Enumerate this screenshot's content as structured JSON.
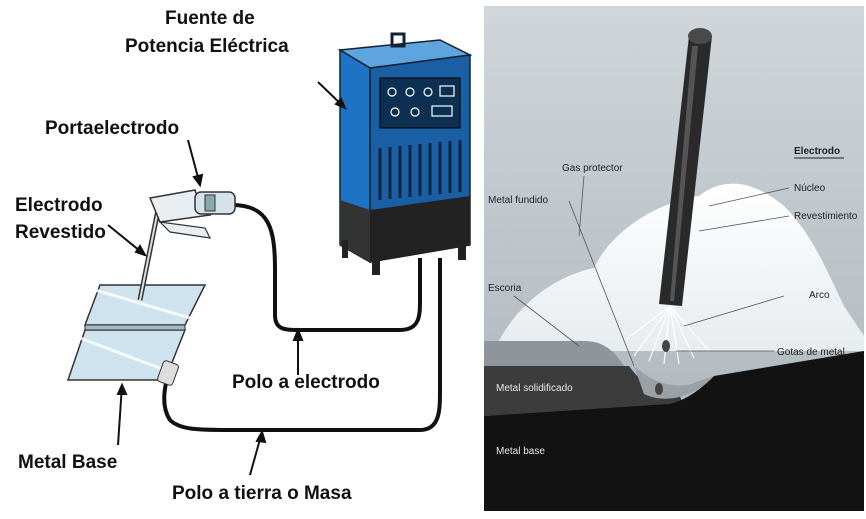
{
  "left_diagram": {
    "labels": {
      "power_source_line1": "Fuente de",
      "power_source_line2": "Potencia Eléctrica",
      "electrode_holder": "Portaelectrodo",
      "coated_electrode_line1": "Electrodo",
      "coated_electrode_line2": "Revestido",
      "electrode_pole": "Polo a electrodo",
      "base_metal": "Metal Base",
      "ground_pole": "Polo a tierra o Masa"
    },
    "colors": {
      "machine_blue": "#1f73c4",
      "cable": "#111111",
      "plate": "#cfe3ee"
    }
  },
  "right_diagram": {
    "labels": {
      "electrode_heading": "Electrodo",
      "core": "Núcleo",
      "coating": "Revestimiento",
      "arc": "Arco",
      "metal_drops": "Gotas de metal",
      "shielding_gas": "Gas protector",
      "molten_metal": "Metal fundido",
      "slag": "Escoria",
      "solidified_metal": "Metal solidificado",
      "base_metal": "Metal base"
    },
    "colors": {
      "background": "#b9c2c8",
      "gas": "#f4f6f7",
      "base": "#121212",
      "solidified": "#3c3c3c"
    }
  }
}
